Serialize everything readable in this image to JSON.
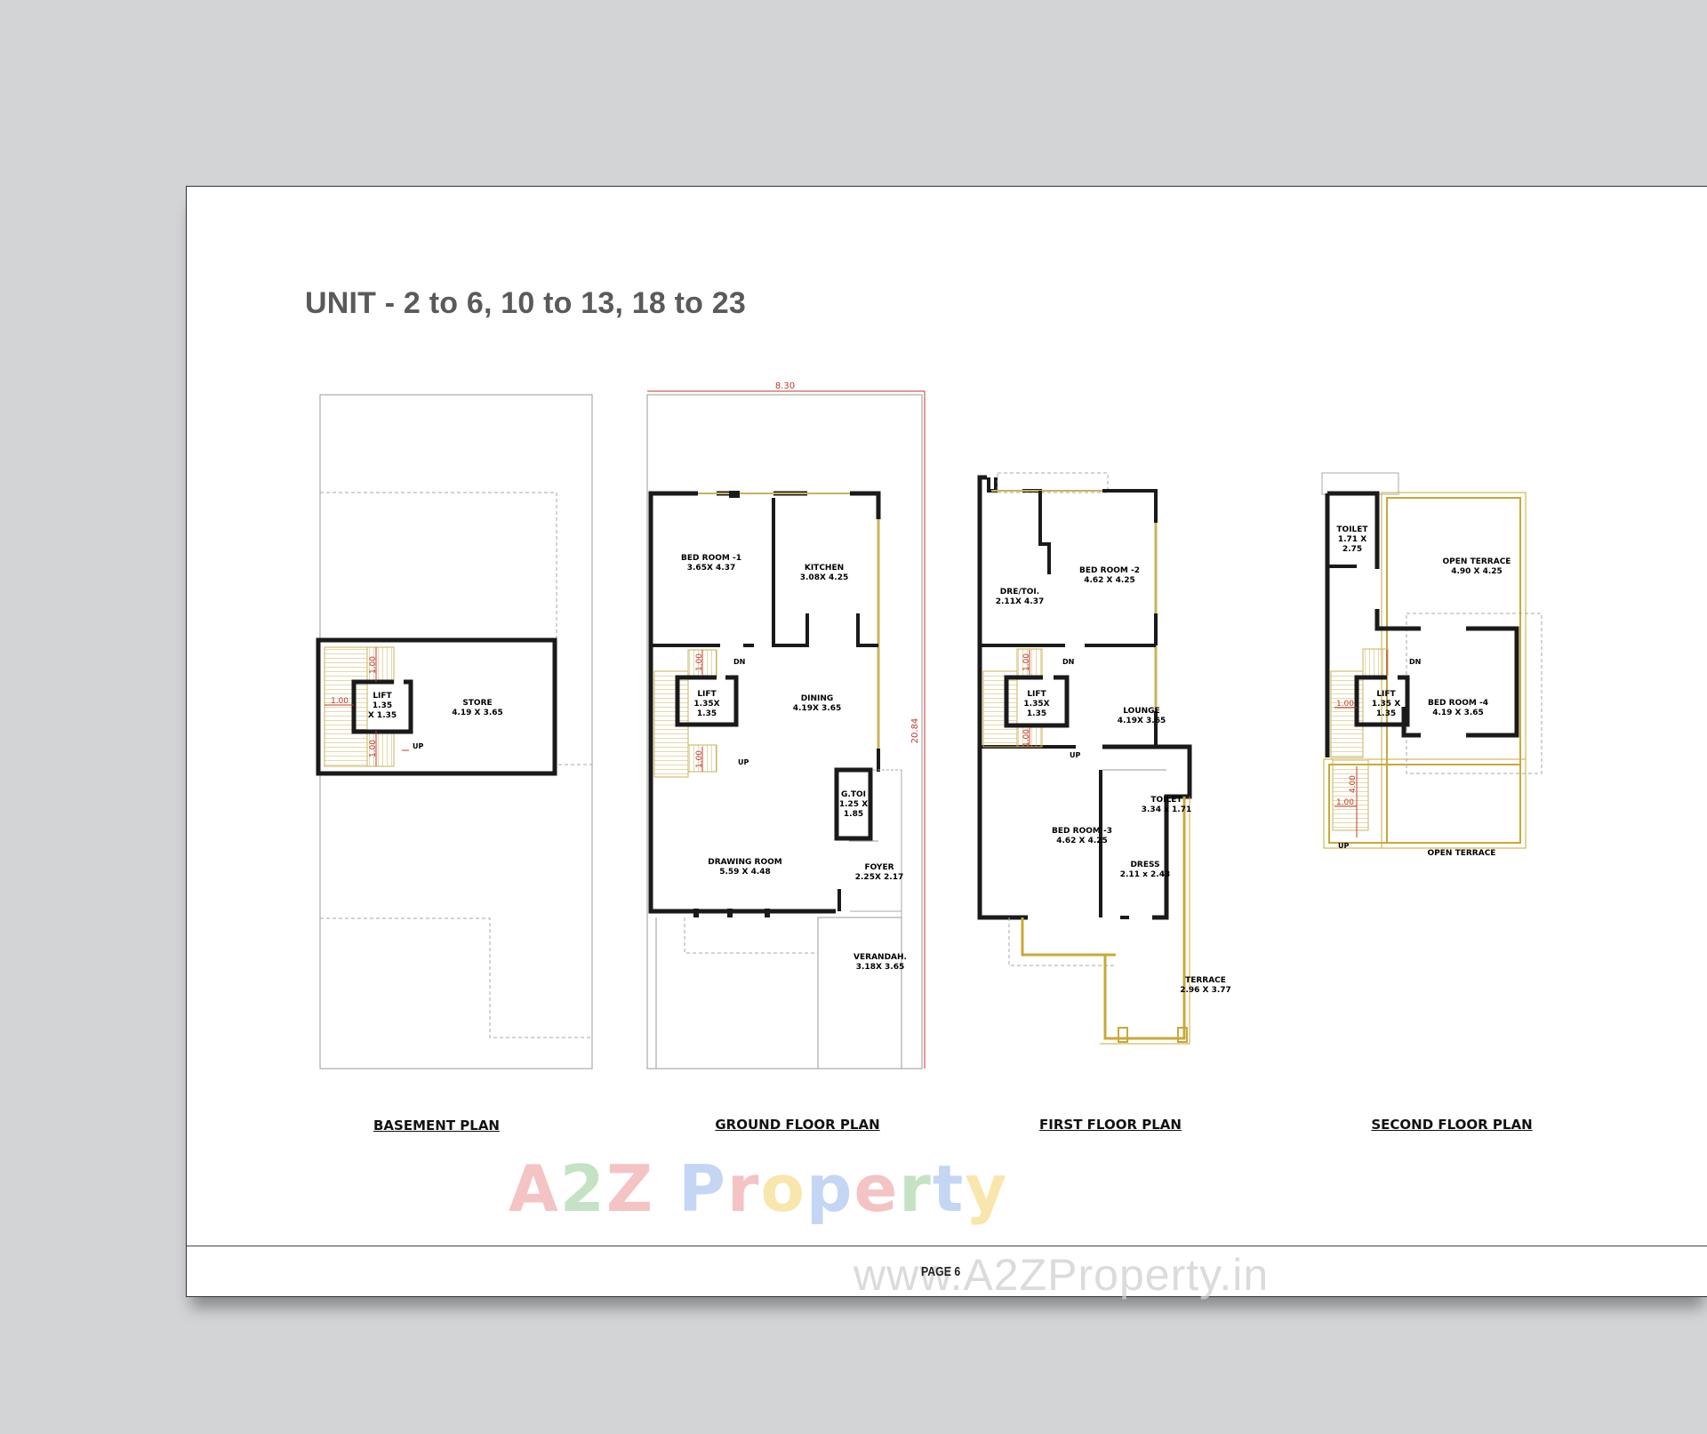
{
  "document": {
    "title": "UNIT - 2 to 6, 10 to 13, 18 to 23",
    "page_number": "PAGE 6",
    "watermark_url": "www.A2ZProperty.in",
    "logo": {
      "letters": [
        "A",
        "2",
        "Z",
        " ",
        "P",
        "r",
        "o",
        "p",
        "e",
        "r",
        "t",
        "y"
      ],
      "colors": [
        "#e77b7b",
        "#7fbf7f",
        "#e77b7b",
        "#ffffff",
        "#7ea6e8",
        "#e77b7b",
        "#f2c94c",
        "#7ea6e8",
        "#e77b7b",
        "#7fbf7f",
        "#7ea6e8",
        "#f2c94c"
      ]
    }
  },
  "plans": {
    "basement": {
      "caption": "BASEMENT PLAN",
      "lift": [
        "LIFT",
        "1.35",
        "X 1.35"
      ],
      "store": [
        "STORE",
        "4.19 X 3.65"
      ],
      "dims": [
        "1.00",
        "1.00",
        "1.00"
      ],
      "up": "UP"
    },
    "ground": {
      "caption": "GROUND FLOOR PLAN",
      "width_dim": "8.30",
      "depth_dim": "20.84",
      "rooms": [
        {
          "name": "BED ROOM -1",
          "size": "3.65X 4.37"
        },
        {
          "name": "KITCHEN",
          "size": "3.08X 4.25"
        },
        {
          "name": "LIFT",
          "size": "1.35X",
          "size2": "1.35"
        },
        {
          "name": "DINING",
          "size": "4.19X 3.65"
        },
        {
          "name": "G.TOI",
          "size": "1.25 X",
          "size2": "1.85"
        },
        {
          "name": "DRAWING ROOM",
          "size": "5.59 X 4.48"
        },
        {
          "name": "FOYER",
          "size": "2.25X 2.17"
        },
        {
          "name": "VERANDAH.",
          "size": "3.18X 3.65"
        }
      ],
      "dims": [
        "1.00",
        "1.00"
      ],
      "dn": "DN",
      "up": "UP"
    },
    "first": {
      "caption": "FIRST FLOOR PLAN",
      "rooms": [
        {
          "name": "DRE/TOI.",
          "size": "2.11X 4.37"
        },
        {
          "name": "BED ROOM -2",
          "size": "4.62 X 4.25"
        },
        {
          "name": "LIFT",
          "size": "1.35X",
          "size2": "1.35"
        },
        {
          "name": "LOUNGE",
          "size": "4.19X 3.65"
        },
        {
          "name": "TOILET",
          "size": "3.34 x 1.71"
        },
        {
          "name": "BED ROOM -3",
          "size": "4.62 X 4.25"
        },
        {
          "name": "DRESS",
          "size": "2.11 x 2.43"
        },
        {
          "name": "TERRACE",
          "size": "2.96 X 3.77"
        }
      ],
      "dims": [
        "1.00",
        "1.00"
      ],
      "dn": "DN",
      "up": "UP"
    },
    "second": {
      "caption": "SECOND FLOOR PLAN",
      "rooms": [
        {
          "name": "TOILET",
          "size": "1.71 X",
          "size2": "2.75"
        },
        {
          "name": "OPEN TERRACE",
          "size": "4.90 X 4.25"
        },
        {
          "name": "LIFT",
          "size": "1.35 X",
          "size2": "1.35"
        },
        {
          "name": "BED ROOM -4",
          "size": "4.19 X 3.65"
        },
        {
          "name": "OPEN TERRACE",
          "size": ""
        }
      ],
      "dims": [
        "1.00",
        "4.00",
        "1.00"
      ],
      "dn": "DN",
      "up": "UP"
    }
  },
  "colors": {
    "wall": "#1a1a1a",
    "thin_line": "#9a9a9a",
    "window": "#c8b35a",
    "dimension": "#c0392b",
    "terrace": "#c8a83a"
  }
}
